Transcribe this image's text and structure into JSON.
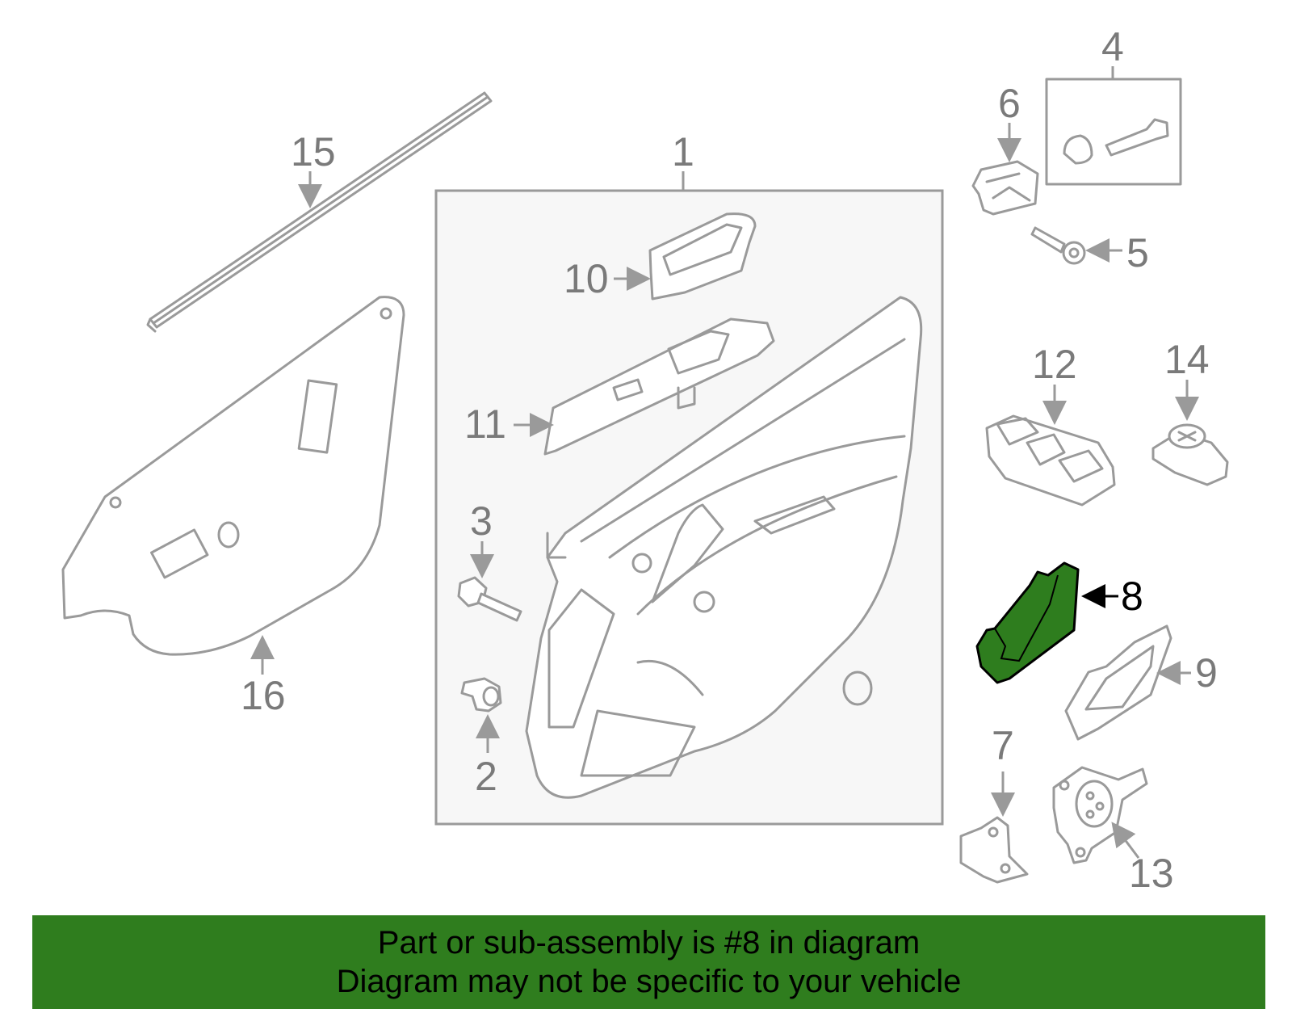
{
  "callouts": {
    "c1": "1",
    "c2": "2",
    "c3": "3",
    "c4": "4",
    "c5": "5",
    "c6": "6",
    "c7": "7",
    "c8": "8",
    "c9": "9",
    "c10": "10",
    "c11": "11",
    "c12": "12",
    "c13": "13",
    "c14": "14",
    "c15": "15",
    "c16": "16"
  },
  "highlight": {
    "part": "8",
    "fill_color": "#2e7d1e"
  },
  "colors": {
    "line": "#9a9a9a",
    "panel_bg": "#f7f7f7",
    "banner_bg": "#2f7d1e"
  },
  "banner": {
    "line1": "Part or sub-assembly is #8 in diagram",
    "line2": "Diagram may not be specific to your vehicle"
  }
}
